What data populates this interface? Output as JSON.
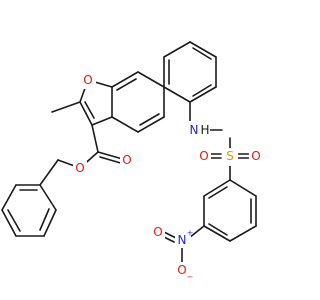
{
  "colors": {
    "bond": "#1a1a1a",
    "oxygen": "#e8190b",
    "nitrogen": "#1f2ad6",
    "sulfur": "#c9a300",
    "carbon_text": "#1a1a1a"
  },
  "atoms": {
    "furan_o": "O",
    "ester_carbonyl_o": "O",
    "ester_o": "O",
    "amide_n": "N",
    "amide_h": "H",
    "sulfur": "S",
    "sulfonyl_o_left": "O",
    "sulfonyl_o_right": "O",
    "nitro_n": "N",
    "nitro_n_charge": "+",
    "nitro_o_left": "O",
    "nitro_o_down": "O",
    "nitro_o_charge": "−"
  }
}
